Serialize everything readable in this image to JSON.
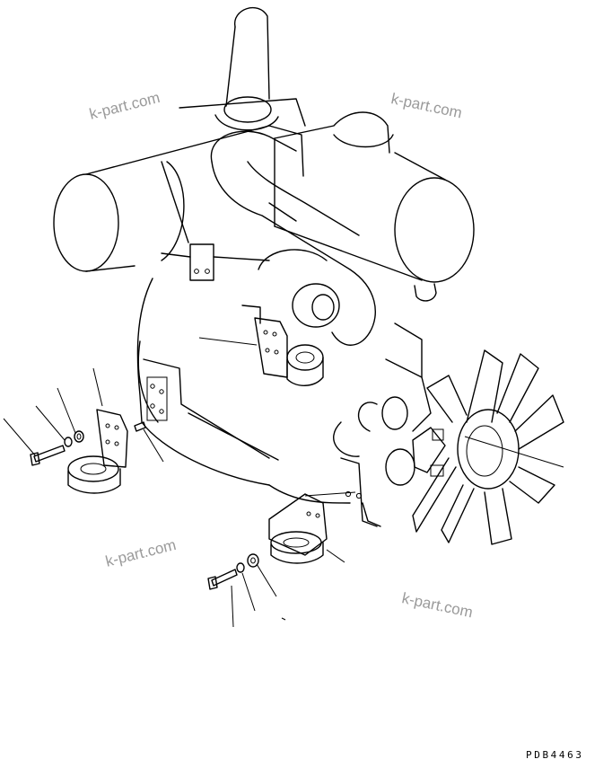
{
  "watermarks": [
    "k-part.com",
    "k-part.com",
    "k-part.com",
    "k-part.com"
  ],
  "drawing_code": "PDB4463",
  "colors": {
    "line": "#000000",
    "watermark": "#9a9a9a",
    "background": "#ffffff"
  }
}
